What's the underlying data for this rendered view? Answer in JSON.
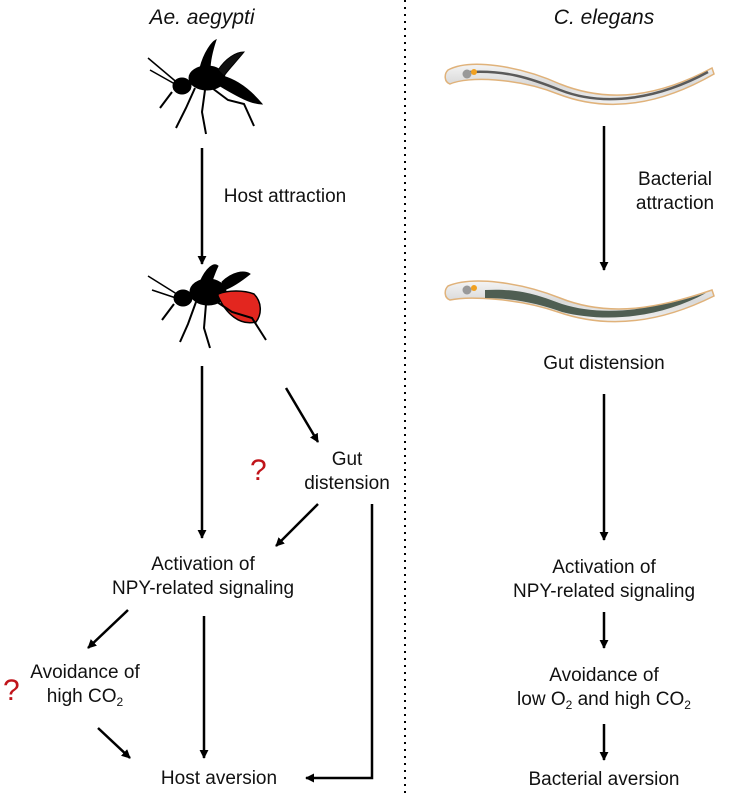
{
  "left": {
    "title": "Ae. aegypti",
    "host_attraction": "Host attraction",
    "gut_distension": [
      "Gut",
      "distension"
    ],
    "activation": [
      "Activation of",
      "NPY-related signaling"
    ],
    "avoidance": {
      "line1": "Avoidance of",
      "line2_prefix": "high CO",
      "line2_sub": "2"
    },
    "host_aversion": "Host aversion",
    "unknown_marker": "?"
  },
  "right": {
    "title": "C. elegans",
    "bacterial_attraction": [
      "Bacterial",
      "attraction"
    ],
    "gut_distension": "Gut distension",
    "activation": [
      "Activation of",
      "NPY-related signaling"
    ],
    "avoidance": {
      "line1": "Avoidance of",
      "low": "low O",
      "low_sub": "2",
      "mid": " and high CO",
      "high_sub": "2"
    },
    "bacterial_aversion": "Bacterial aversion"
  },
  "colors": {
    "arrow": "#000000",
    "question": "#c0141a",
    "blood": "#e3261f",
    "gut": "#4f5e52",
    "worm_outline": "#e0b27a"
  },
  "icons": [
    "mosquito-icon",
    "mosquito-blood-fed-icon",
    "worm-icon",
    "worm-fed-icon"
  ]
}
